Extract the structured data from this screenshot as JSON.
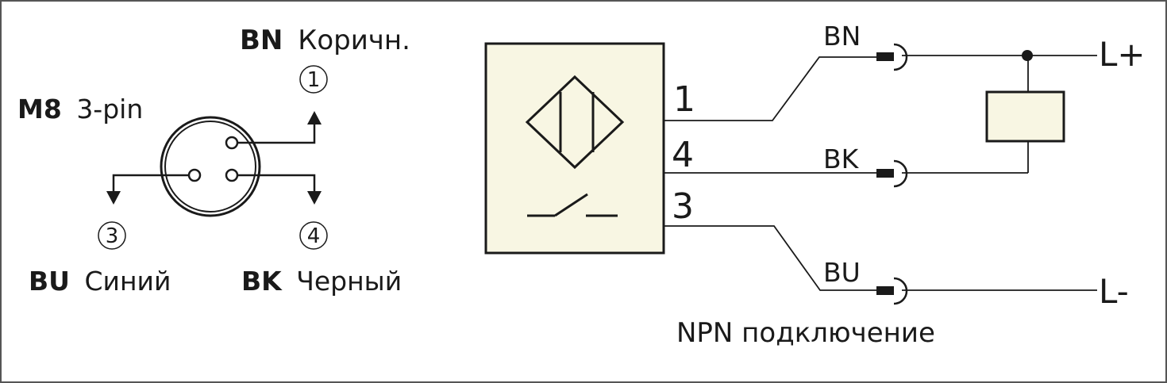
{
  "connector": {
    "model": "M8",
    "pins_label": "3-pin",
    "pin1": {
      "number": "1",
      "code": "BN",
      "name": "Коричн."
    },
    "pin3": {
      "number": "3",
      "code": "BU",
      "name": "Синий"
    },
    "pin4": {
      "number": "4",
      "code": "BK",
      "name": "Черный"
    }
  },
  "sensor": {
    "terminal_1": "1",
    "terminal_4": "4",
    "terminal_3": "3"
  },
  "wiring": {
    "wire_bn": "BN",
    "wire_bk": "BK",
    "wire_bu": "BU",
    "supply_plus": "L+",
    "supply_minus": "L-",
    "caption": "NPN подключение"
  },
  "colors": {
    "line": "#1a1a1a",
    "sensor_fill": "#f8f6e3",
    "load_fill": "#f8f6e3"
  }
}
